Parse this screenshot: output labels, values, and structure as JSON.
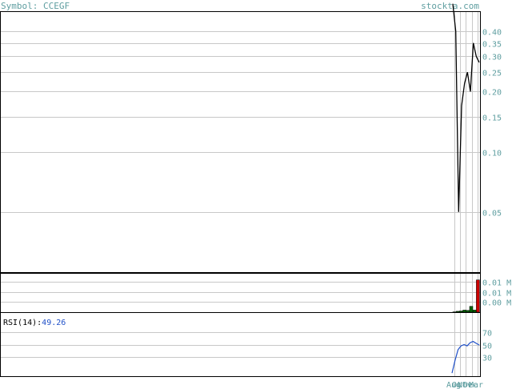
{
  "header": {
    "symbol_label": "Symbol: CCEGF",
    "brand": "stockta.com"
  },
  "colors": {
    "price_line": "#000000",
    "grid": "#c8c8c8",
    "tick_text": "#5f9ea0",
    "volume_up": "#006400",
    "volume_down": "#cc0000",
    "rsi_line": "#2050c8",
    "rsi_value": "#2050c8"
  },
  "chart_data": [
    {
      "type": "line",
      "panel": "price",
      "scale": "log",
      "ylim": [
        0.025,
        0.5
      ],
      "yticks": [
        0.05,
        0.1,
        0.15,
        0.2,
        0.25,
        0.3,
        0.35,
        0.4
      ],
      "ytick_labels": [
        "0.05",
        "0.10",
        "0.15",
        "0.20",
        "0.25",
        "0.30",
        "0.35",
        "0.40"
      ],
      "grid": true,
      "series": [
        {
          "values": [
            0.55,
            0.4,
            0.05,
            0.17,
            0.22,
            0.25,
            0.2,
            0.35,
            0.3,
            0.28
          ]
        }
      ]
    },
    {
      "type": "bar",
      "panel": "volume",
      "ylim": [
        0,
        0.012
      ],
      "yticks": [
        0.0,
        0.005,
        0.01
      ],
      "ytick_labels": [
        "0.00 M",
        "0.01 M",
        "0.01 M"
      ],
      "series": [
        {
          "values": [
            0.0001,
            0.0003,
            0.0004,
            0.0007,
            0.0006,
            0.002,
            0.0007,
            0.011
          ],
          "colors": [
            "up",
            "up",
            "up",
            "up",
            "up",
            "up",
            "up",
            "down"
          ]
        }
      ]
    },
    {
      "type": "line",
      "panel": "rsi",
      "label": "RSI(14):",
      "value": "49.26",
      "ylim": [
        0,
        100
      ],
      "yticks": [
        30,
        50,
        70
      ],
      "ytick_labels": [
        "30",
        "50",
        "70"
      ],
      "series": [
        {
          "values": [
            5,
            25,
            42,
            48,
            50,
            48,
            53,
            55,
            52,
            49.26
          ]
        }
      ],
      "xtick_labels": [
        "Aug",
        "Oct",
        "Nov",
        "Dec",
        "Mar"
      ]
    }
  ]
}
